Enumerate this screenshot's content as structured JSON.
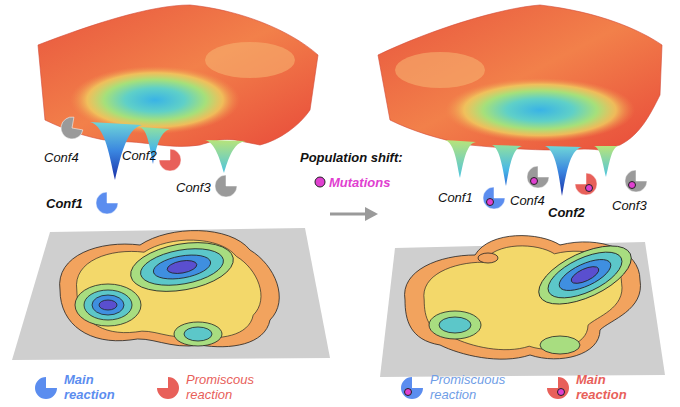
{
  "diagram": {
    "labels": [
      "Conf4",
      "Conf1",
      "Conf2",
      "Conf3",
      "Population shift:",
      "Mutations",
      "Conf1",
      "Conf4",
      "Conf2",
      "Conf3"
    ],
    "legend": [
      {
        "text": "Main reaction"
      },
      {
        "text": "Promiscous reaction"
      },
      {
        "text": "Promiscuous reaction"
      },
      {
        "text": "Main reaction"
      }
    ]
  }
}
